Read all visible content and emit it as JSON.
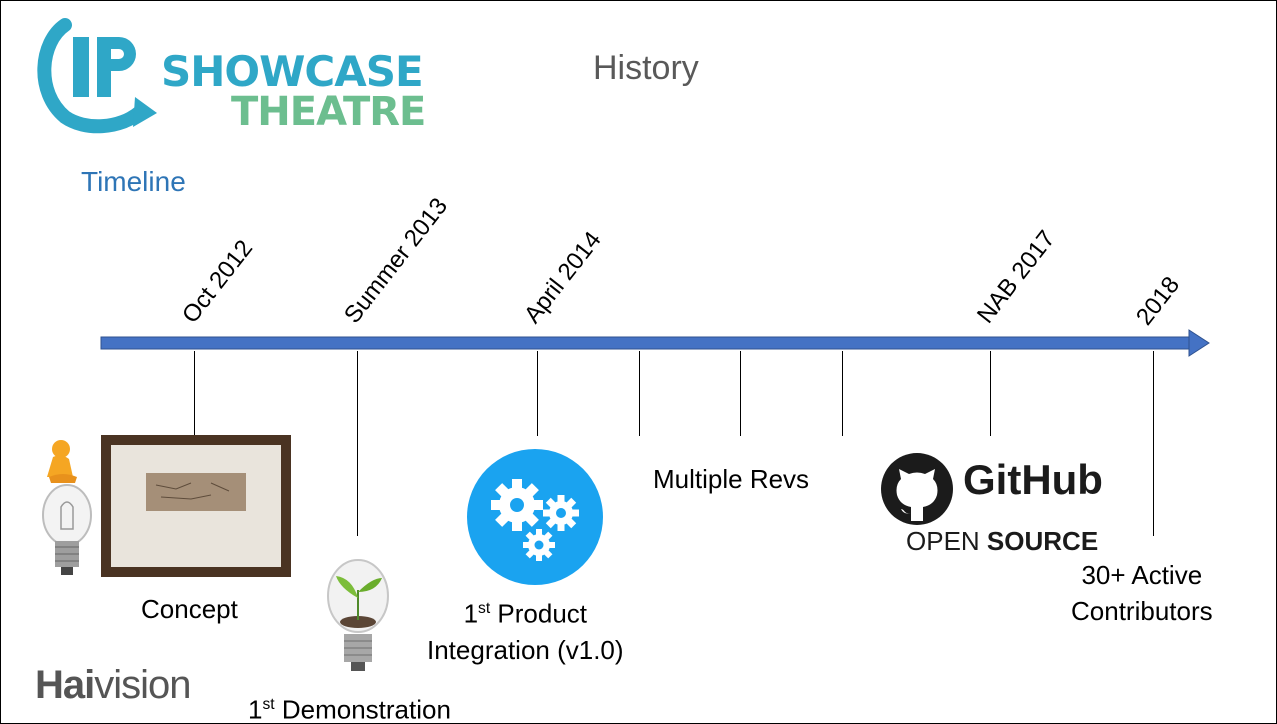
{
  "header": {
    "logo_line1": "SHOWCASE",
    "logo_line2": "THEATRE",
    "logo_mark": "IP",
    "slide_title": "History",
    "section_label": "Timeline"
  },
  "timeline": {
    "dates": [
      "Oct 2012",
      "Summer 2013",
      "April 2014",
      "NAB 2017",
      "2018"
    ]
  },
  "milestones": {
    "concept": "Concept",
    "demo_sup": "st",
    "demo_rest": " Demonstration",
    "demo_num": "1",
    "product_num": "1",
    "product_sup": "st",
    "product_line1_rest": " Product",
    "product_line2": "Integration (v1.0)",
    "revs": "Multiple Revs",
    "contributors_line1": "30+ Active",
    "contributors_line2": "Contributors"
  },
  "github": {
    "wordmark": "GitHub",
    "open": "OPEN ",
    "source": "SOURCE"
  },
  "footer": {
    "brand_bold": "Hai",
    "brand_rest": "vision"
  },
  "colors": {
    "arrow": "#4472c4",
    "gear_circle": "#1aa3f0",
    "title_blue": "#2e75b6"
  },
  "icons": [
    "ip-logo-icon",
    "lightbulb-person-icon",
    "framed-sketch-icon",
    "lightbulb-sprout-icon",
    "gears-icon",
    "github-octocat-icon"
  ]
}
